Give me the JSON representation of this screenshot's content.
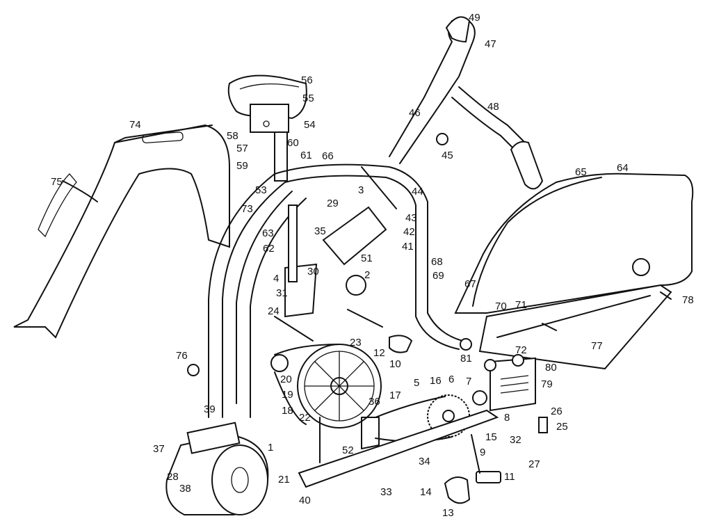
{
  "diagram": {
    "part_labels": [
      "1",
      "2",
      "3",
      "4",
      "5",
      "6",
      "7",
      "8",
      "9",
      "10",
      "11",
      "12",
      "13",
      "14",
      "15",
      "16",
      "17",
      "18",
      "19",
      "20",
      "21",
      "22",
      "23",
      "24",
      "25",
      "26",
      "27",
      "28",
      "29",
      "30",
      "31",
      "32",
      "33",
      "34",
      "35",
      "36",
      "37",
      "38",
      "39",
      "40",
      "41",
      "42",
      "43",
      "44",
      "45",
      "46",
      "47",
      "48",
      "49",
      "51",
      "52",
      "53",
      "54",
      "55",
      "56",
      "57",
      "58",
      "59",
      "60",
      "61",
      "62",
      "63",
      "64",
      "65",
      "66",
      "67",
      "68",
      "69",
      "70",
      "71",
      "72",
      "73",
      "74",
      "75",
      "76",
      "77",
      "78",
      "79",
      "80",
      "81"
    ]
  }
}
